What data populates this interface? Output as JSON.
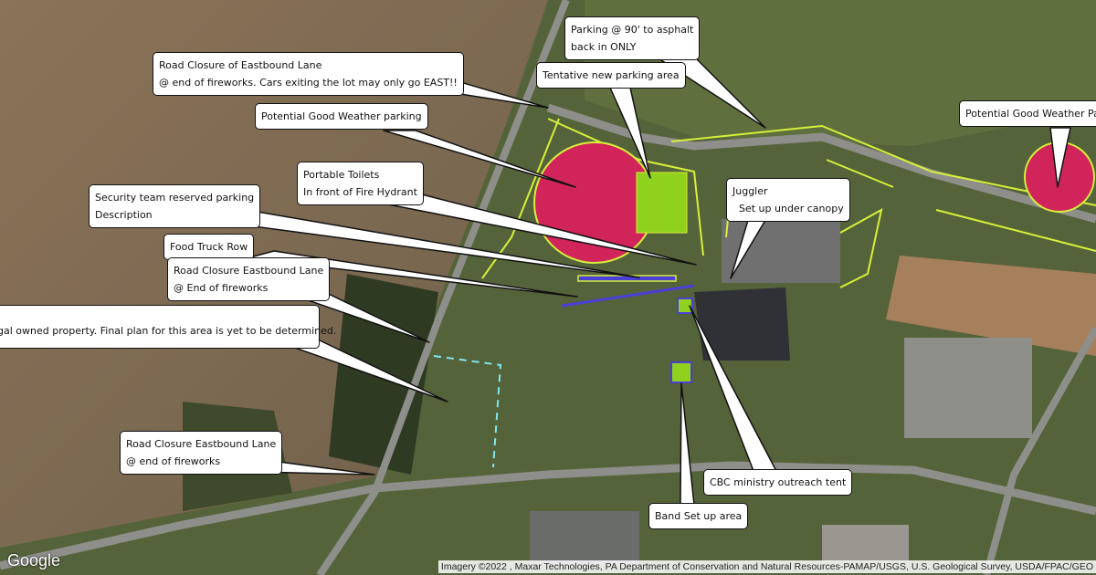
{
  "map": {
    "type": "satellite",
    "logo": "Google",
    "attribution": "Imagery ©2022 , Maxar Technologies, PA Department of Conservation and Natural Resources-PAMAP/USGS, U.S. Geological Survey, USDA/FPAC/GEO",
    "colors": {
      "zone_red": "#d1245a",
      "zone_green": "#8fd11c",
      "outline_yellow": "#d6f03a",
      "line_blue": "#4b3fd6",
      "dashed_cyan": "#7fe8f0"
    }
  },
  "callouts": [
    {
      "text": "Parking @ 90' to asphalt\nback in ONLY"
    },
    {
      "text": "Tentative new parking area"
    },
    {
      "text": "Road Closure of Eastbound Lane\n@ end of fireworks. Cars exiting the lot may only go EAST!!"
    },
    {
      "text": "Potential Good Weather parking"
    },
    {
      "text": "Potential Good Weather Par"
    },
    {
      "text": "Portable Toilets\nIn front of Fire Hydrant"
    },
    {
      "text": "Juggler\n  Set up under canopy"
    },
    {
      "text": "Security team reserved parking\nDescription"
    },
    {
      "text": "Food Truck Row"
    },
    {
      "text": "Road Closure Eastbound Lane\n@ End of fireworks"
    },
    {
      "text": "gal owned property. Final plan for this area is yet to be determined."
    },
    {
      "text": "Road Closure Eastbound Lane\n@ end of fireworks"
    },
    {
      "text": "CBC ministry outreach tent"
    },
    {
      "text": "Band Set up area"
    }
  ]
}
